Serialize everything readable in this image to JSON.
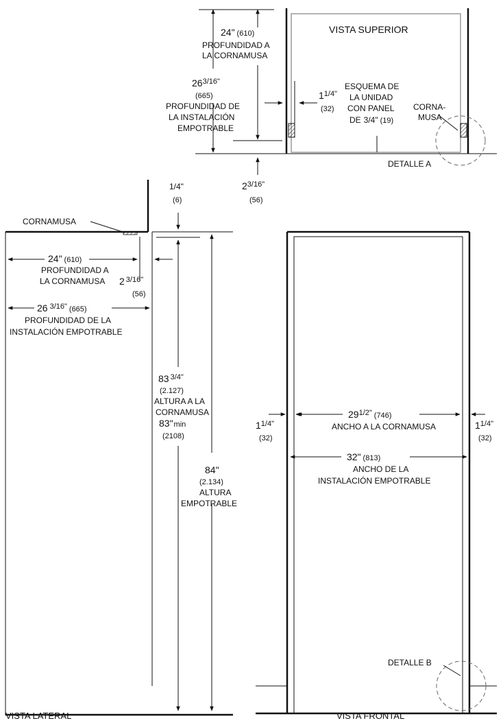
{
  "top_view": {
    "title": "VISTA SUPERIOR",
    "dim_24": "24\"",
    "dim_24_mm": "(610)",
    "label_prof_corn_1": "PROFUNDIDAD A",
    "label_prof_corn_2": "LA CORNAMUSA",
    "dim_26": "26",
    "dim_26_frac": "3/16\"",
    "dim_26_mm": "(665)",
    "label_prof_inst_1": "PROFUNDIDAD DE",
    "label_prof_inst_2": "LA INSTALACIÓN",
    "label_prof_inst_3": "EMPOTRABLE",
    "dim_1": "1",
    "dim_1_frac": "1/4\"",
    "dim_1_mm": "(32)",
    "esquema_1": "ESQUEMA DE",
    "esquema_2": "LA UNIDAD",
    "esquema_3": "CON PANEL",
    "esquema_4a": "DE",
    "esquema_4b": "3/4\"",
    "esquema_4c": "(19)",
    "corna_1": "CORNA-",
    "corna_2": "MUSA",
    "detalle_a": "DETALLE A",
    "dim_2": "2",
    "dim_2_frac": "3/16\"",
    "dim_2_mm": "(56)"
  },
  "side_view": {
    "cornamusa": "CORNAMUSA",
    "dim_quarter": "1/4\"",
    "dim_quarter_mm": "(6)",
    "dim_24": "24\"",
    "dim_24_mm": "(610)",
    "label_prof_corn_1": "PROFUNDIDAD A",
    "label_prof_corn_2": "LA CORNAMUSA",
    "dim_2": "2",
    "dim_2_frac": "3/16\"",
    "dim_2_mm": "(56)",
    "dim_26": "26",
    "dim_26_frac": "3/16\"",
    "dim_26_mm": "(665)",
    "label_prof_inst_1": "PROFUNDIDAD DE LA",
    "label_prof_inst_2": "INSTALACIÓN EMPOTRABLE",
    "dim_83": "83",
    "dim_83_frac": "3/4\"",
    "dim_83_mm": "(2.127)",
    "label_alt_corn_1": "ALTURA A LA",
    "label_alt_corn_2": "CORNAMUSA",
    "dim_83min": "83\"",
    "dim_83min_suffix": "min",
    "dim_83min_mm": "(2108)",
    "dim_84": "84\"",
    "dim_84_mm": "(2.134)",
    "label_alt_emp_1": "ALTURA",
    "label_alt_emp_2": "EMPOTRABLE",
    "title": "VISTA LATERAL"
  },
  "front_view": {
    "dim_left": "1",
    "dim_left_frac": "1/4\"",
    "dim_left_mm": "(32)",
    "dim_right": "1",
    "dim_right_frac": "1/4\"",
    "dim_right_mm": "(32)",
    "dim_29": "29",
    "dim_29_frac": "1/2\"",
    "dim_29_mm": "(746)",
    "label_ancho_corn": "ANCHO A LA CORNAMUSA",
    "dim_32": "32\"",
    "dim_32_mm": "(813)",
    "label_ancho_inst_1": "ANCHO DE LA",
    "label_ancho_inst_2": "INSTALACIÓN EMPOTRABLE",
    "detalle_b": "DETALLE B",
    "title": "VISTA FRONTAL"
  }
}
